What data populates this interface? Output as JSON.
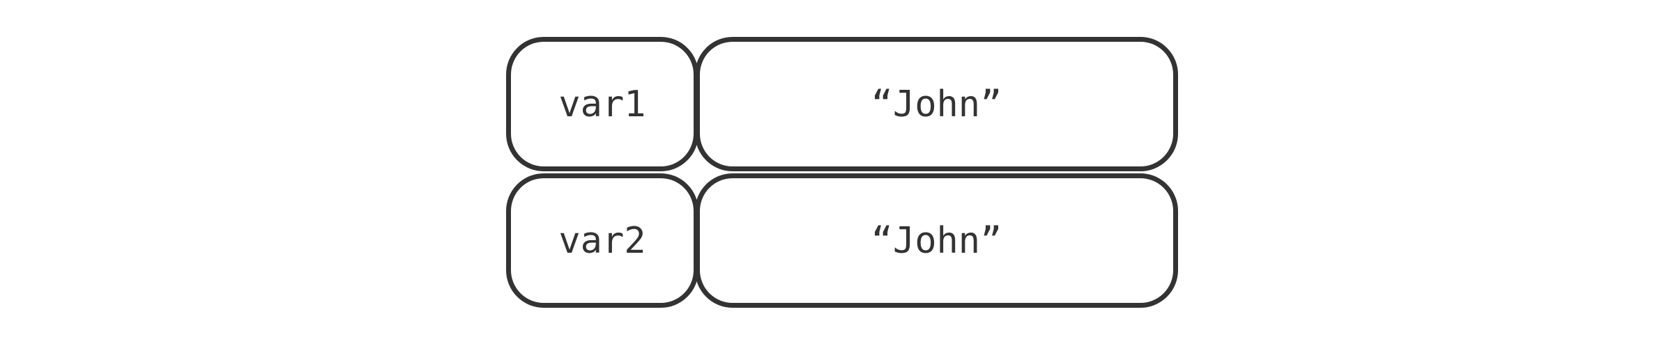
{
  "variables": [
    {
      "name": "var1",
      "value": "“John”"
    },
    {
      "name": "var2",
      "value": "“John”"
    }
  ],
  "colors": {
    "stroke": "#333333",
    "text": "#333333",
    "background": "#ffffff"
  }
}
